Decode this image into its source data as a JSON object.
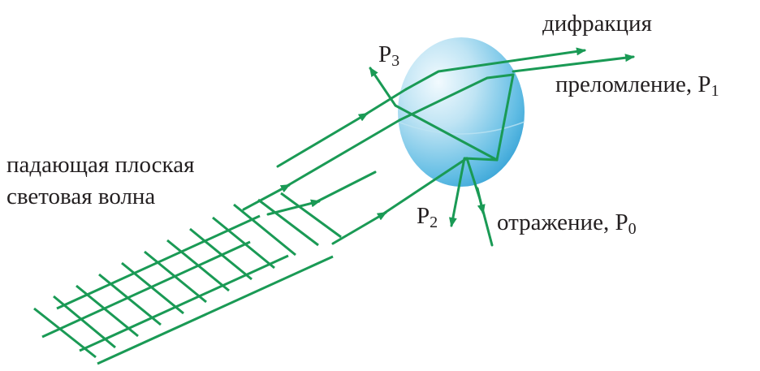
{
  "colors": {
    "ray": "#1a9a55",
    "text": "#231f20",
    "sphere_light": "#e6f5fb",
    "sphere_mid": "#9fd6ee",
    "sphere_dark": "#2f9fd4"
  },
  "labels": {
    "incident_line1": "падающая плоская",
    "incident_line2": "световая волна",
    "diffraction": "дифракция",
    "refraction": "преломление, ",
    "reflection": "отражение, ",
    "p_letter": "P",
    "p0_sub": "0",
    "p1_sub": "1",
    "p2_sub": "2",
    "p3_sub": "3"
  }
}
